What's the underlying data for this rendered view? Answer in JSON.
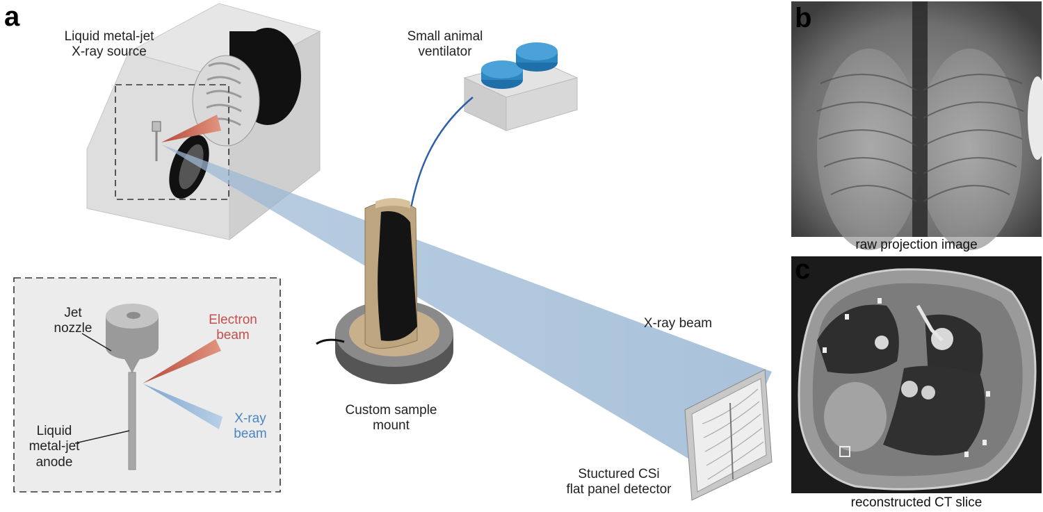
{
  "panels": {
    "a": "a",
    "b": "b",
    "c": "c"
  },
  "labels": {
    "xray_source_line1": "Liquid metal-jet",
    "xray_source_line2": "X-ray source",
    "ventilator_line1": "Small animal",
    "ventilator_line2": "ventilator",
    "xray_beam": "X-ray beam",
    "sample_mount_line1": "Custom sample",
    "sample_mount_line2": "mount",
    "detector_line1": "Stuctured CSi",
    "detector_line2": "flat panel detector"
  },
  "inset": {
    "jet_nozzle_line1": "Jet",
    "jet_nozzle_line2": "nozzle",
    "electron_beam_line1": "Electron",
    "electron_beam_line2": "beam",
    "xray_beam_line1": "X-ray",
    "xray_beam_line2": "beam",
    "anode_line1": "Liquid",
    "anode_line2": "metal-jet",
    "anode_line3": "anode"
  },
  "captions": {
    "projection": "raw projection image",
    "ct_slice": "reconstructed CT slice"
  },
  "colors": {
    "electron_beam": "#c0504d",
    "xray_beam_label": "#4a86c5",
    "ventilator_cap": "#2e86c1",
    "tube": "#2e5fa8",
    "beam_fill": "#8fb0cf"
  }
}
